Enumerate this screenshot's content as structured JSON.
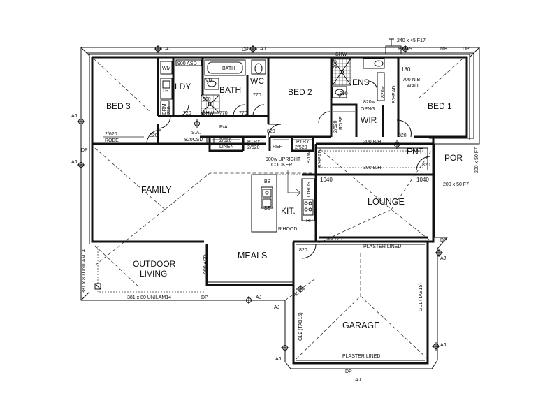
{
  "rooms": {
    "bed3": "BED 3",
    "ldy": "LDY",
    "bath": "BATH",
    "wc": "WC",
    "bed2": "BED 2",
    "ens": "ENS",
    "wir": "WIR",
    "bed1": "BED 1",
    "ent": "ENT",
    "por": "POR",
    "family": "FAMILY",
    "kit": "KIT.",
    "lounge": "LOUNGE",
    "meals": "MEALS",
    "outdoor1": "OUTDOOR",
    "outdoor2": "LIVING",
    "garage": "GARAGE"
  },
  "labels": {
    "aj": "AJ",
    "dp": "DP",
    "mb": "MB",
    "hws": "H.W.S.",
    "beam_top": "240 x 45 F17",
    "wm": "WM",
    "tr": "TR",
    "brm": "BRM",
    "brm_w": "720",
    "asd900_top": "900 ASD",
    "bath_fixture": "BATH",
    "vb": "VB",
    "shw": "SHW",
    "shw_w": "900",
    "d720": "720",
    "d770a": "770",
    "d770b": "770",
    "d770c": "770",
    "d820_bed3": "820",
    "d820_bed2": "820",
    "d820_bed1": "820",
    "d820_ent": "820",
    "d820_meals": "820",
    "d820w_ens": "820w",
    "d820w_pan": "820w",
    "d200": "200",
    "d900_ens": "900",
    "d180": "180",
    "nib_wall1": "700 NIB",
    "nib_wall2": "WALL",
    "bhead": "B'HEAD",
    "opng": "OPNG",
    "robe_bed3_1": "2/620",
    "robe_bed3_2": "ROBE",
    "robe_wir_1": "2/620",
    "robe_wir_2": "ROBE",
    "sa": "S.A.",
    "sa_csd": "820CSD",
    "ra": "R/A",
    "linen1": "2/520",
    "linen2": "LINEN",
    "ptry1_1": "PTRY",
    "ptry1_2": "2/520",
    "ref": "REF",
    "ptry2_1": "PTRY",
    "ptry2_2": "2/520",
    "bh300_1": "300 B/H",
    "bh300_2": "300 B/H",
    "post_1": "200 x 50 F7",
    "post_2": "200 x 50 F7",
    "cooker1": "900w UPRIGHT",
    "cooker2": "COOKER",
    "bb": "BB",
    "ss": "SS",
    "rhood": "R'HOOD",
    "ovhds": "O'HDS",
    "hp": "HP",
    "d1040a": "1040",
    "d1040b": "1040",
    "dn170": "DN 170",
    "plaster_top": "PLASTER LINED",
    "plaster_bottom": "PLASTER LINED",
    "asd900_meals": "900 ASD",
    "unilam_v": "381 x 80 UNILAM14",
    "unilam_h": "381 x 80 UNILAM14",
    "gl1": "GL1 (TAB15)",
    "gl2": "GL2 (TAB15)"
  }
}
